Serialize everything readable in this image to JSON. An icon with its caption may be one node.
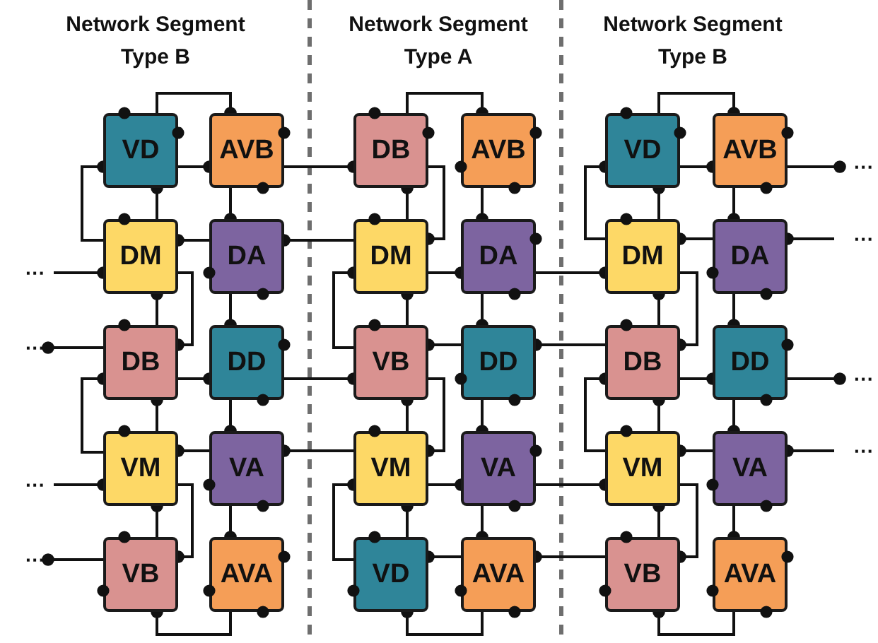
{
  "diagram": {
    "nodes": [
      {
        "text": [
          "VD"
        ]
      },
      {
        "text": [
          "AVB"
        ]
      },
      {
        "text": [
          "DM"
        ]
      },
      {
        "text": [
          "DA"
        ]
      },
      {
        "text": [
          "DB"
        ]
      },
      {
        "text": [
          "DD"
        ]
      },
      {
        "text": [
          "VM"
        ]
      },
      {
        "text": [
          "VA"
        ]
      },
      {
        "text": [
          "VB"
        ]
      },
      {
        "text": [
          "AVA"
        ]
      },
      {
        "text": [
          "DB"
        ]
      },
      {
        "text": [
          "AVB"
        ]
      },
      {
        "text": [
          "DM"
        ]
      },
      {
        "text": [
          "DA"
        ]
      },
      {
        "text": [
          "VB"
        ]
      },
      {
        "text": [
          "DD"
        ]
      },
      {
        "text": [
          "VM"
        ]
      },
      {
        "text": [
          "VA"
        ]
      },
      {
        "text": [
          "VD"
        ]
      },
      {
        "text": [
          "AVA"
        ]
      },
      {
        "text": [
          "VD"
        ]
      },
      {
        "text": [
          "AVB"
        ]
      },
      {
        "text": [
          "DM"
        ]
      },
      {
        "text": [
          "DA"
        ]
      },
      {
        "text": [
          "DB"
        ]
      },
      {
        "text": [
          "DD"
        ]
      },
      {
        "text": [
          "VM"
        ]
      },
      {
        "text": [
          "VA"
        ]
      },
      {
        "text": [
          "VB"
        ]
      },
      {
        "text": [
          "AVA"
        ]
      },
      {
        "text": [
          "···"
        ]
      },
      {
        "text": [
          "···"
        ]
      },
      {
        "text": [
          "···"
        ]
      },
      {
        "text": [
          "···"
        ]
      },
      {
        "text": [
          "···"
        ]
      },
      {
        "text": [
          "···"
        ]
      },
      {
        "text": [
          "···"
        ]
      },
      {
        "text": [
          "···"
        ]
      }
    ],
    "edges": [
      {
        "from": 0,
        "to": 1,
        "arrow": "other"
      },
      {
        "from": 0,
        "to": 1,
        "arrow": "other"
      },
      {
        "from": 0,
        "to": 2,
        "arrow": "other"
      },
      {
        "from": 0,
        "to": 2,
        "arrow": "other"
      },
      {
        "from": 1,
        "to": 3,
        "arrow": "other"
      },
      {
        "from": 1,
        "to": 10,
        "arrow": "other"
      },
      {
        "from": 2,
        "to": 3,
        "arrow": "other"
      },
      {
        "from": 30,
        "to": 2,
        "arrow": "other"
      },
      {
        "from": 2,
        "to": 4,
        "arrow": "other"
      },
      {
        "from": 2,
        "to": 4,
        "arrow": "other"
      },
      {
        "from": 3,
        "to": 12,
        "arrow": "other"
      },
      {
        "from": 3,
        "to": 5,
        "arrow": "other"
      },
      {
        "from": 31,
        "to": 4,
        "arrow": "other"
      },
      {
        "from": 4,
        "to": 6,
        "arrow": "other"
      },
      {
        "from": 4,
        "to": 5,
        "arrow": "other"
      },
      {
        "from": 4,
        "to": 6,
        "arrow": "other"
      },
      {
        "from": 5,
        "to": 14,
        "arrow": "other"
      },
      {
        "from": 5,
        "to": 7,
        "arrow": "other"
      },
      {
        "from": 6,
        "to": 7,
        "arrow": "other"
      },
      {
        "from": 32,
        "to": 6,
        "arrow": "other"
      },
      {
        "from": 6,
        "to": 8,
        "arrow": "other"
      },
      {
        "from": 6,
        "to": 8,
        "arrow": "other"
      },
      {
        "from": 7,
        "to": 16,
        "arrow": "other"
      },
      {
        "from": 7,
        "to": 9,
        "arrow": "other"
      },
      {
        "from": 33,
        "to": 8,
        "arrow": "other"
      },
      {
        "from": 8,
        "to": 9,
        "arrow": "other"
      },
      {
        "from": 10,
        "to": 11,
        "arrow": "other"
      },
      {
        "from": 10,
        "to": 12,
        "arrow": "other"
      },
      {
        "from": 10,
        "to": 12,
        "arrow": "other"
      },
      {
        "from": 11,
        "to": 13,
        "arrow": "other"
      },
      {
        "from": 12,
        "to": 14,
        "arrow": "other"
      },
      {
        "from": 12,
        "to": 13,
        "arrow": "other"
      },
      {
        "from": 12,
        "to": 14,
        "arrow": "other"
      },
      {
        "from": 13,
        "to": 22,
        "arrow": "other"
      },
      {
        "from": 13,
        "to": 15,
        "arrow": "other"
      },
      {
        "from": 14,
        "to": 15,
        "arrow": "other"
      },
      {
        "from": 14,
        "to": 16,
        "arrow": "other"
      },
      {
        "from": 14,
        "to": 16,
        "arrow": "other"
      },
      {
        "from": 15,
        "to": 24,
        "arrow": "other"
      },
      {
        "from": 15,
        "to": 17,
        "arrow": "other"
      },
      {
        "from": 16,
        "to": 18,
        "arrow": "other"
      },
      {
        "from": 16,
        "to": 17,
        "arrow": "other"
      },
      {
        "from": 16,
        "to": 18,
        "arrow": "other"
      },
      {
        "from": 17,
        "to": 26,
        "arrow": "other"
      },
      {
        "from": 17,
        "to": 19,
        "arrow": "other"
      },
      {
        "from": 18,
        "to": 19,
        "arrow": "other"
      },
      {
        "from": 18,
        "to": 19,
        "arrow": "other"
      },
      {
        "from": 19,
        "to": 28,
        "arrow": "other"
      },
      {
        "from": 20,
        "to": 21,
        "arrow": "other"
      },
      {
        "from": 20,
        "to": 21,
        "arrow": "other"
      },
      {
        "from": 20,
        "to": 22,
        "arrow": "other"
      },
      {
        "from": 20,
        "to": 22,
        "arrow": "other"
      },
      {
        "from": 21,
        "to": 34,
        "arrow": "other"
      },
      {
        "from": 21,
        "to": 23,
        "arrow": "other"
      },
      {
        "from": 22,
        "to": 23,
        "arrow": "other"
      },
      {
        "from": 22,
        "to": 24,
        "arrow": "other"
      },
      {
        "from": 22,
        "to": 24,
        "arrow": "other"
      },
      {
        "from": 23,
        "to": 35,
        "arrow": "other"
      },
      {
        "from": 23,
        "to": 25,
        "arrow": "other"
      },
      {
        "from": 24,
        "to": 26,
        "arrow": "other"
      },
      {
        "from": 24,
        "to": 25,
        "arrow": "other"
      },
      {
        "from": 24,
        "to": 26,
        "arrow": "other"
      },
      {
        "from": 25,
        "to": 36,
        "arrow": "other"
      },
      {
        "from": 25,
        "to": 27,
        "arrow": "other"
      },
      {
        "from": 26,
        "to": 27,
        "arrow": "other"
      },
      {
        "from": 26,
        "to": 28,
        "arrow": "other"
      },
      {
        "from": 26,
        "to": 28,
        "arrow": "other"
      },
      {
        "from": 27,
        "to": 37,
        "arrow": "other"
      },
      {
        "from": 27,
        "to": 29,
        "arrow": "other"
      },
      {
        "from": 28,
        "to": 29,
        "arrow": "other"
      }
    ],
    "labels": [
      "Network Segment Type B",
      "Network Segment Type A",
      "Network Segment Type B"
    ]
  }
}
